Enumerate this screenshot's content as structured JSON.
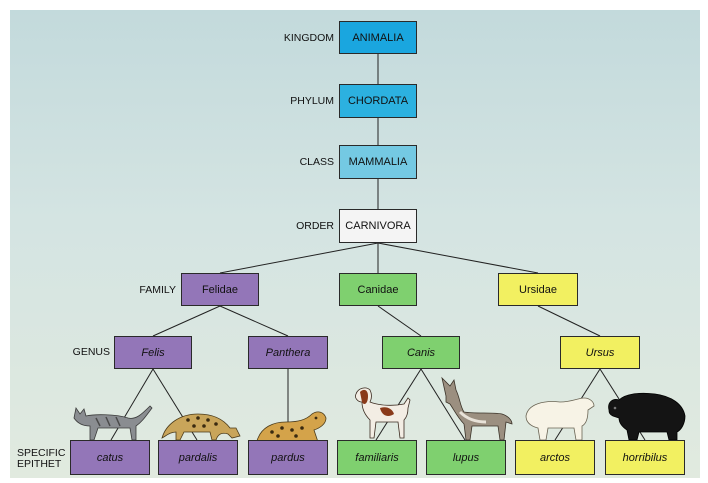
{
  "ranks": {
    "kingdom": "KINGDOM",
    "phylum": "PHYLUM",
    "class": "CLASS",
    "order": "ORDER",
    "family": "FAMILY",
    "genus": "GENUS",
    "epithet_line1": "SPECIFIC",
    "epithet_line2": "EPITHET"
  },
  "taxa": {
    "kingdom": "ANIMALIA",
    "phylum": "CHORDATA",
    "class": "MAMMALIA",
    "order": "CARNIVORA",
    "families": [
      "Felidae",
      "Canidae",
      "Ursidae"
    ],
    "genera": [
      "Felis",
      "Panthera",
      "Canis",
      "Ursus"
    ],
    "epithets": [
      "catus",
      "pardalis",
      "pardus",
      "familiaris",
      "lupus",
      "arctos",
      "horribilus"
    ]
  },
  "colors": {
    "kingdom": "#1aa6df",
    "phylum": "#2cb1e0",
    "class": "#74c9e3",
    "order": "#f4f4f4",
    "felidae": "#9376b8",
    "canidae": "#7fd06f",
    "ursidae": "#f2f061"
  },
  "animals": [
    "cat-icon",
    "ocelot-icon",
    "leopard-icon",
    "dog-icon",
    "wolf-icon",
    "polar-bear-icon",
    "black-bear-icon"
  ]
}
